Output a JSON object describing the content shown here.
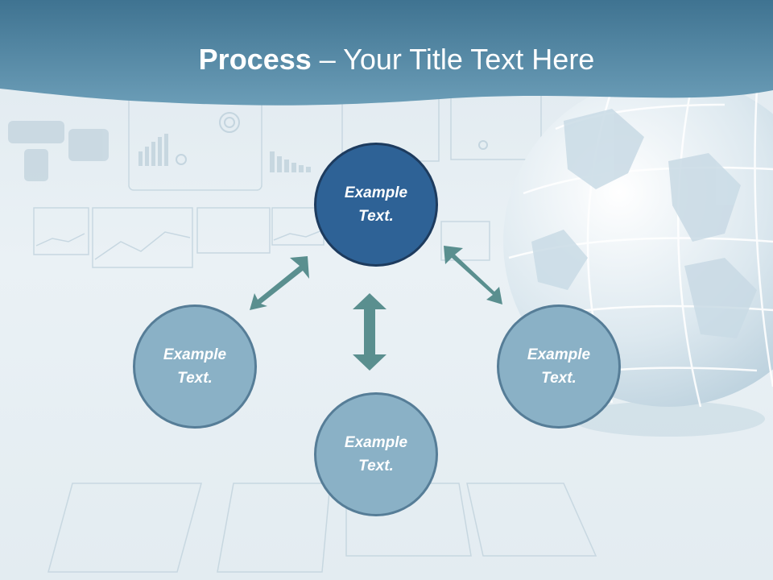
{
  "slide": {
    "title_bold": "Process",
    "title_rest": " – Your Title Text Here"
  },
  "nodes": {
    "center": {
      "line1": "Example",
      "line2": "Text."
    },
    "left": {
      "line1": "Example",
      "line2": "Text."
    },
    "right": {
      "line1": "Example",
      "line2": "Text."
    },
    "bottom": {
      "line1": "Example",
      "line2": "Text."
    }
  },
  "colors": {
    "header": "#4f86a2",
    "main_node": "#2e6296",
    "sub_node": "#8ab1c6",
    "arrow": "#5a8f8f"
  },
  "icons": [
    "globe-icon",
    "double-arrow-icon"
  ]
}
